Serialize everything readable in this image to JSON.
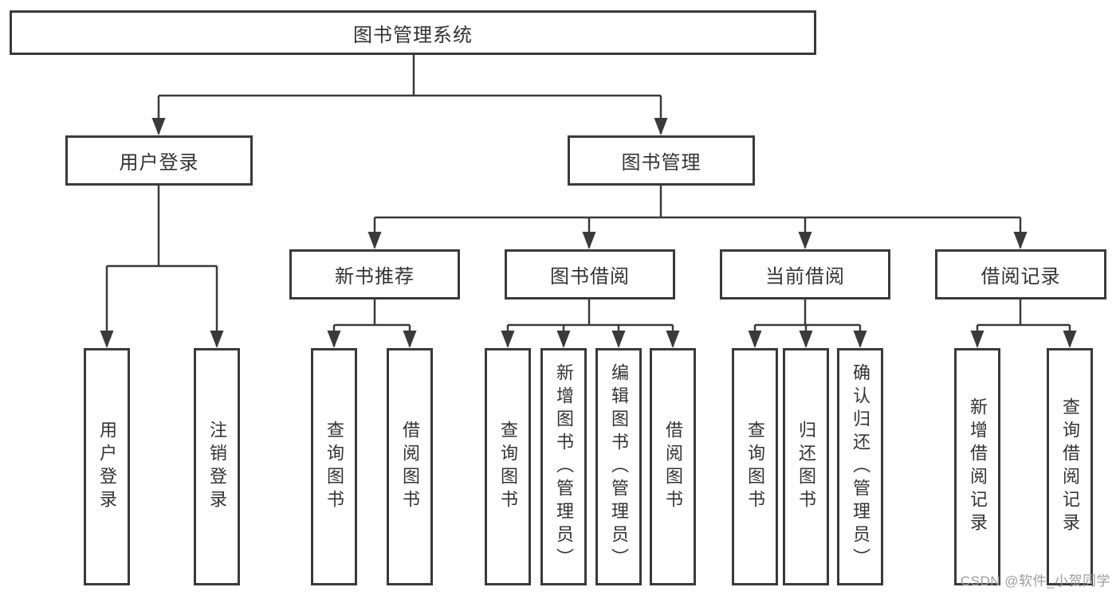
{
  "diagram": {
    "tree": {
      "label": "图书管理系统",
      "children": [
        {
          "label": "用户登录",
          "children": [
            {
              "label": "用户登录"
            },
            {
              "label": "注销登录"
            }
          ]
        },
        {
          "label": "图书管理",
          "children": [
            {
              "label": "新书推荐",
              "children": [
                {
                  "label": "查询图书"
                },
                {
                  "label": "借阅图书"
                }
              ]
            },
            {
              "label": "图书借阅",
              "children": [
                {
                  "label": "查询图书"
                },
                {
                  "label": "新增图书（管理员）"
                },
                {
                  "label": "编辑图书（管理员）"
                },
                {
                  "label": "借阅图书"
                }
              ]
            },
            {
              "label": "当前借阅",
              "children": [
                {
                  "label": "查询图书"
                },
                {
                  "label": "归还图书"
                },
                {
                  "label": "确认归还（管理员）"
                }
              ]
            },
            {
              "label": "借阅记录",
              "children": [
                {
                  "label": "新增借阅记录"
                },
                {
                  "label": "查询借阅记录"
                }
              ]
            }
          ]
        }
      ]
    }
  },
  "watermark": {
    "text": "CSDN @软件_小贺同学"
  },
  "colors": {
    "line": "#3a3a3a",
    "border": "#3a3a3a",
    "text": "#333333",
    "watermark": "#9c9c9c",
    "background": "#ffffff"
  }
}
